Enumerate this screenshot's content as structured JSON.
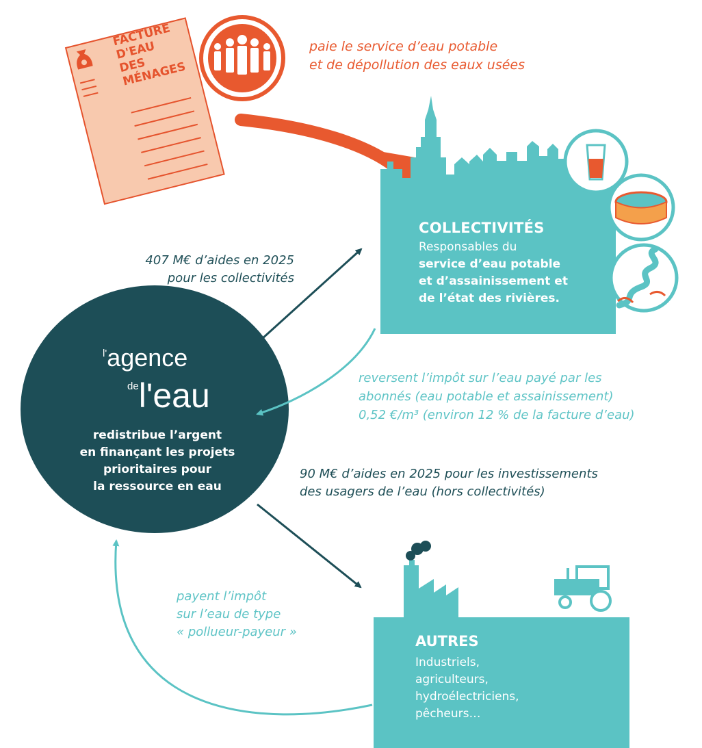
{
  "invoice": {
    "title_lines": [
      "FACTURE",
      "D'EAU",
      "DES",
      "MÉNAGES"
    ]
  },
  "menages_caption": {
    "lines": [
      "paie le service d’eau potable",
      "et de dépollution des eaux usées"
    ]
  },
  "collectivites": {
    "title": "COLLECTIVITÉS",
    "desc_lines": [
      "Responsables du",
      "service d’eau potable",
      "et d’assainissement et",
      "de l’état des rivières."
    ]
  },
  "aides_collectivites": {
    "lines": [
      "407 M€ d’aides en 2025",
      "pour les collectivités"
    ]
  },
  "reversent": {
    "lines": [
      "reversent l’impôt sur l’eau payé par les",
      "abonnés (eau potable et assainissement)",
      "0,52 €/m³ (environ 12 % de la facture d’eau)"
    ]
  },
  "agence": {
    "logo_small_1": "l'",
    "logo_word_1": "agence",
    "logo_small_2": "de",
    "logo_word_2": "l'eau",
    "desc_lines": [
      "redistribue l’argent",
      "en finançant les projets",
      "prioritaires pour",
      "la ressource en eau"
    ]
  },
  "aides_usagers": {
    "lines": [
      "90 M€ d’aides en 2025 pour les investissements",
      "des usagers de l’eau (hors collectivités)"
    ]
  },
  "payent": {
    "lines": [
      "payent l’impôt",
      "sur l’eau de type",
      "« pollueur-payeur »"
    ]
  },
  "autres": {
    "title": "AUTRES",
    "desc_lines": [
      "Industriels,",
      "agriculteurs,",
      "hydroélectriciens,",
      "pêcheurs…"
    ]
  },
  "colors": {
    "orange": "#e8592f",
    "teal": "#5bc3c4",
    "dark_teal": "#1d4e57",
    "invoice_bg": "#f8c9ae"
  }
}
